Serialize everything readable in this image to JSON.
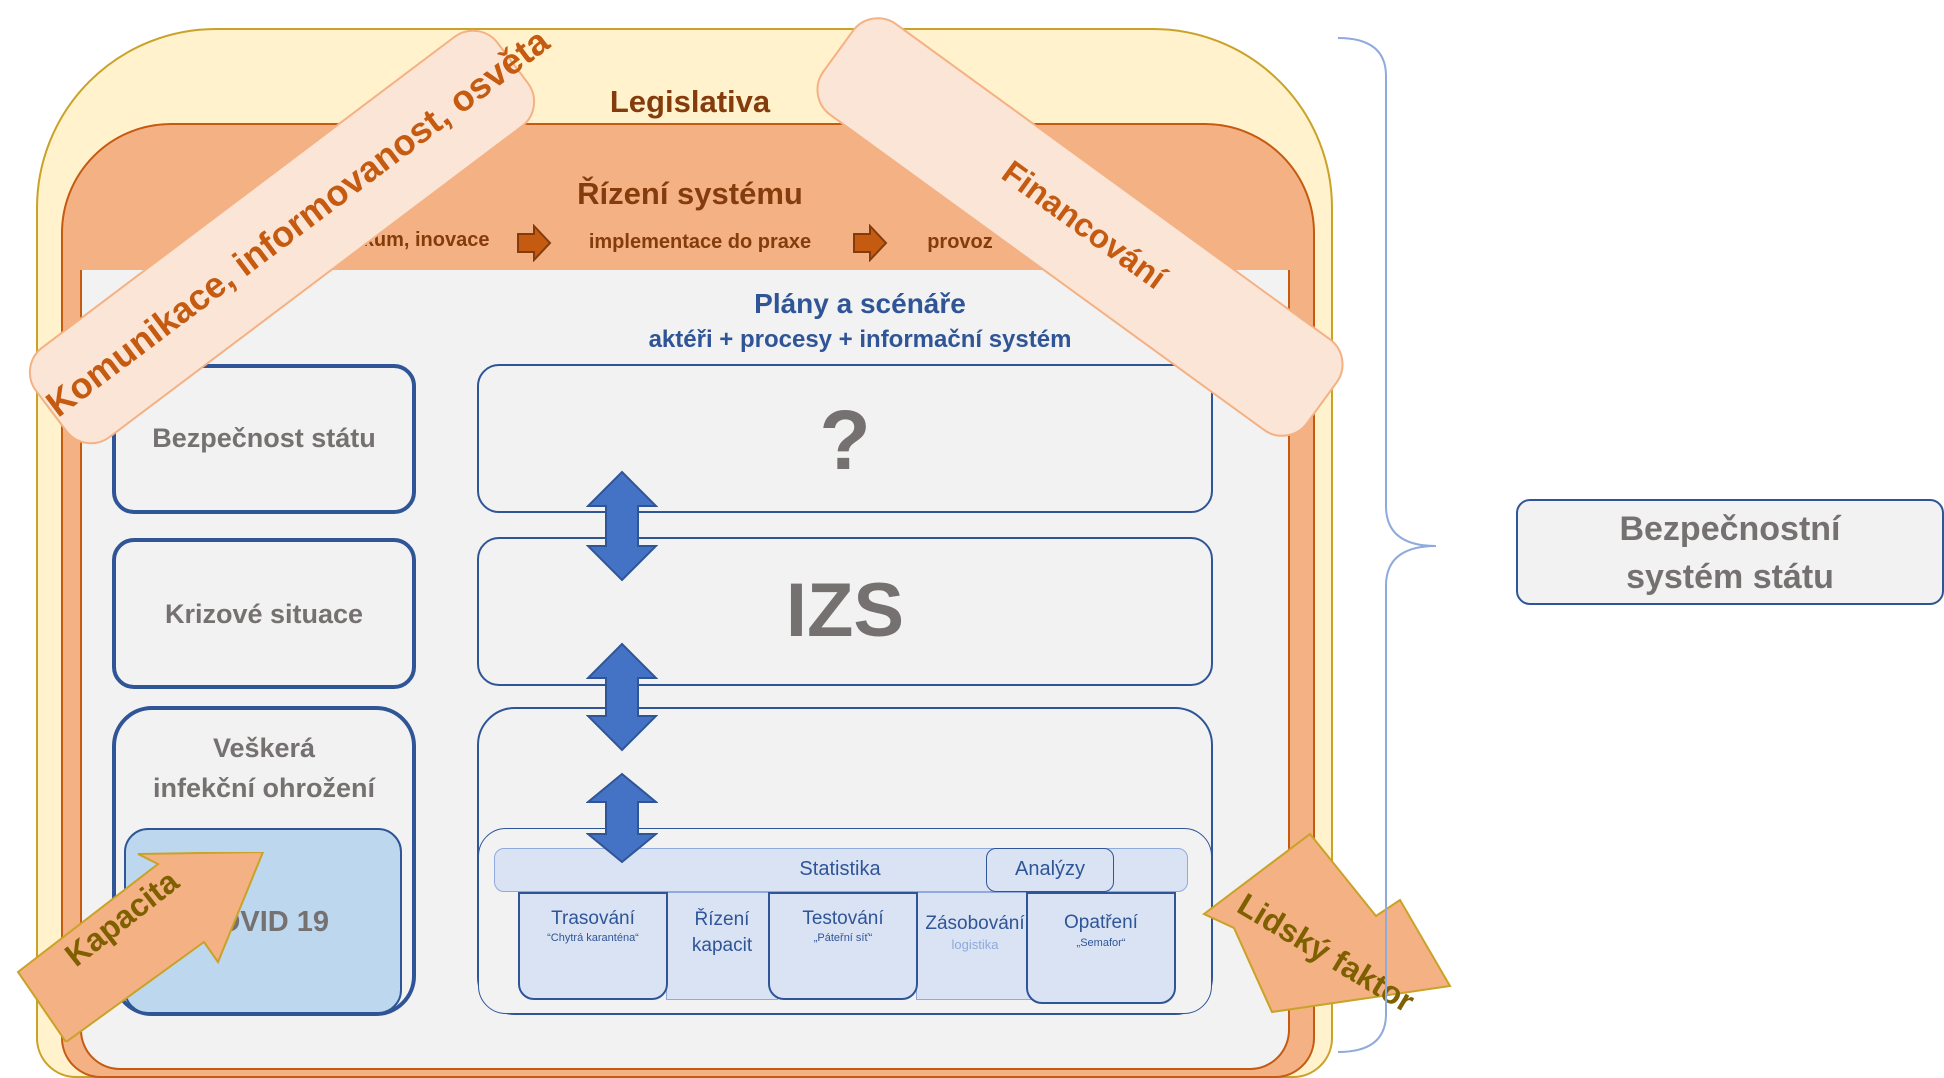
{
  "layers": {
    "legislativa": "Legislativa",
    "rizeni_title": "Řízení systému",
    "process_steps": [
      "výzkum, inovace",
      "implementace do praxe",
      "provoz"
    ],
    "plany_title": "Plány a scénáře",
    "plany_subtitle": "aktéři + procesy + informační systém"
  },
  "left_column": [
    "Bezpečnost státu",
    "Krizové situace",
    "Veškerá",
    "infekční ohrožení",
    "COVID 19"
  ],
  "right_column": {
    "top": "?",
    "middle": "IZS"
  },
  "tools": {
    "statistika": "Statistika",
    "analyzy": "Analýzy",
    "trasovani": "Trasování",
    "trasovani_sub": "“Chytrá karanténa“",
    "rizeni_kapacit_1": "Řízení",
    "rizeni_kapacit_2": "kapacit",
    "testovani": "Testování",
    "testovani_sub": "„Páteřní síť“",
    "zasobovani": "Zásobování",
    "zasobovani_sub": "logistika",
    "opatreni": "Opatření",
    "opatreni_sub": "„Semafor“"
  },
  "banners": {
    "komunikace": "Komunikace, informovanost, osvěta",
    "financovani": "Financování"
  },
  "arrows": {
    "kapacita": "Kapacita",
    "lidsky_faktor": "Lidský faktor"
  },
  "system_label_1": "Bezpečnostní",
  "system_label_2": "systém státu",
  "colors": {
    "legislativa_fill": "#fff2cc",
    "rizeni_fill": "#f4b183",
    "plany_fill": "#f2f2f2",
    "accent_blue": "#2f5597",
    "arrow_blue": "#4472c4",
    "banner_fill": "#fbe5d6",
    "arrow_orange": "#f4b183"
  }
}
